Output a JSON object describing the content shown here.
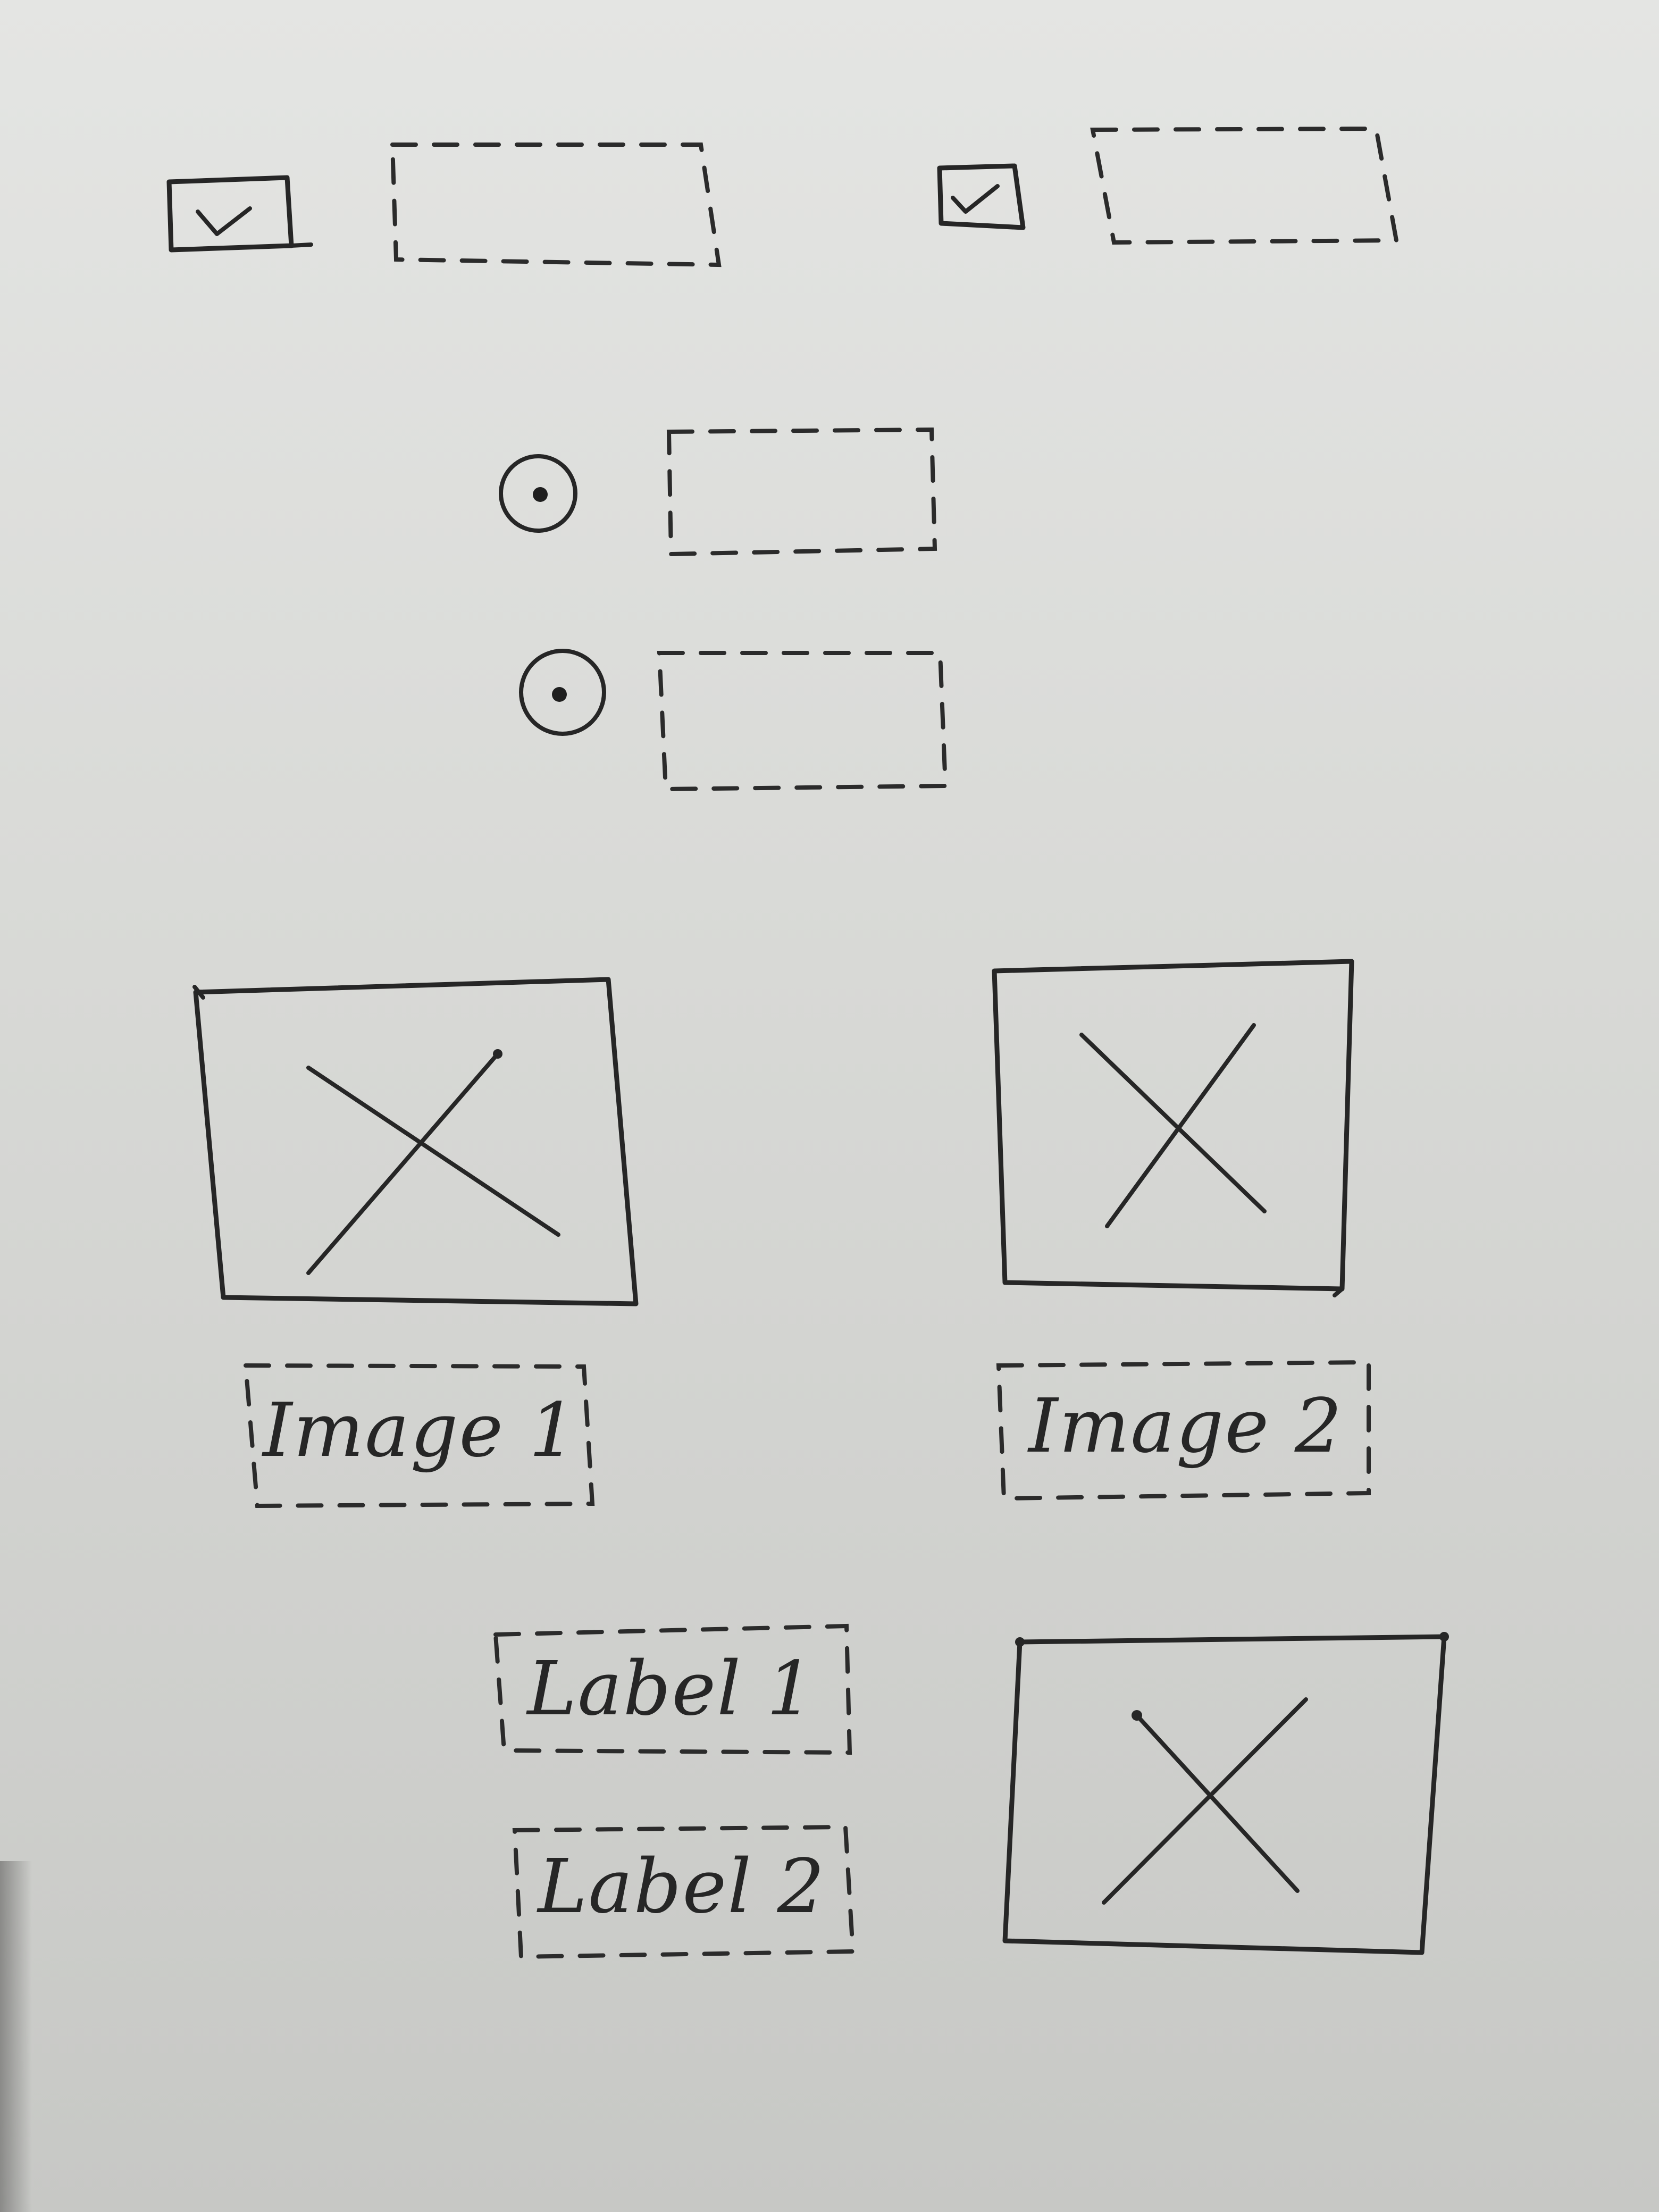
{
  "form": {
    "checkbox_row": [
      {
        "checked": true,
        "label": ""
      },
      {
        "checked": true,
        "label": ""
      }
    ],
    "radio_group": [
      {
        "selected": true,
        "label": ""
      },
      {
        "selected": true,
        "label": ""
      }
    ]
  },
  "gallery": {
    "images": [
      {
        "icon": "image-placeholder-icon",
        "caption": "Image 1"
      },
      {
        "icon": "image-placeholder-icon",
        "caption": "Image 2"
      }
    ]
  },
  "footer_section": {
    "labels": [
      "Label 1",
      "Label 2"
    ],
    "image": {
      "icon": "image-placeholder-icon"
    }
  }
}
